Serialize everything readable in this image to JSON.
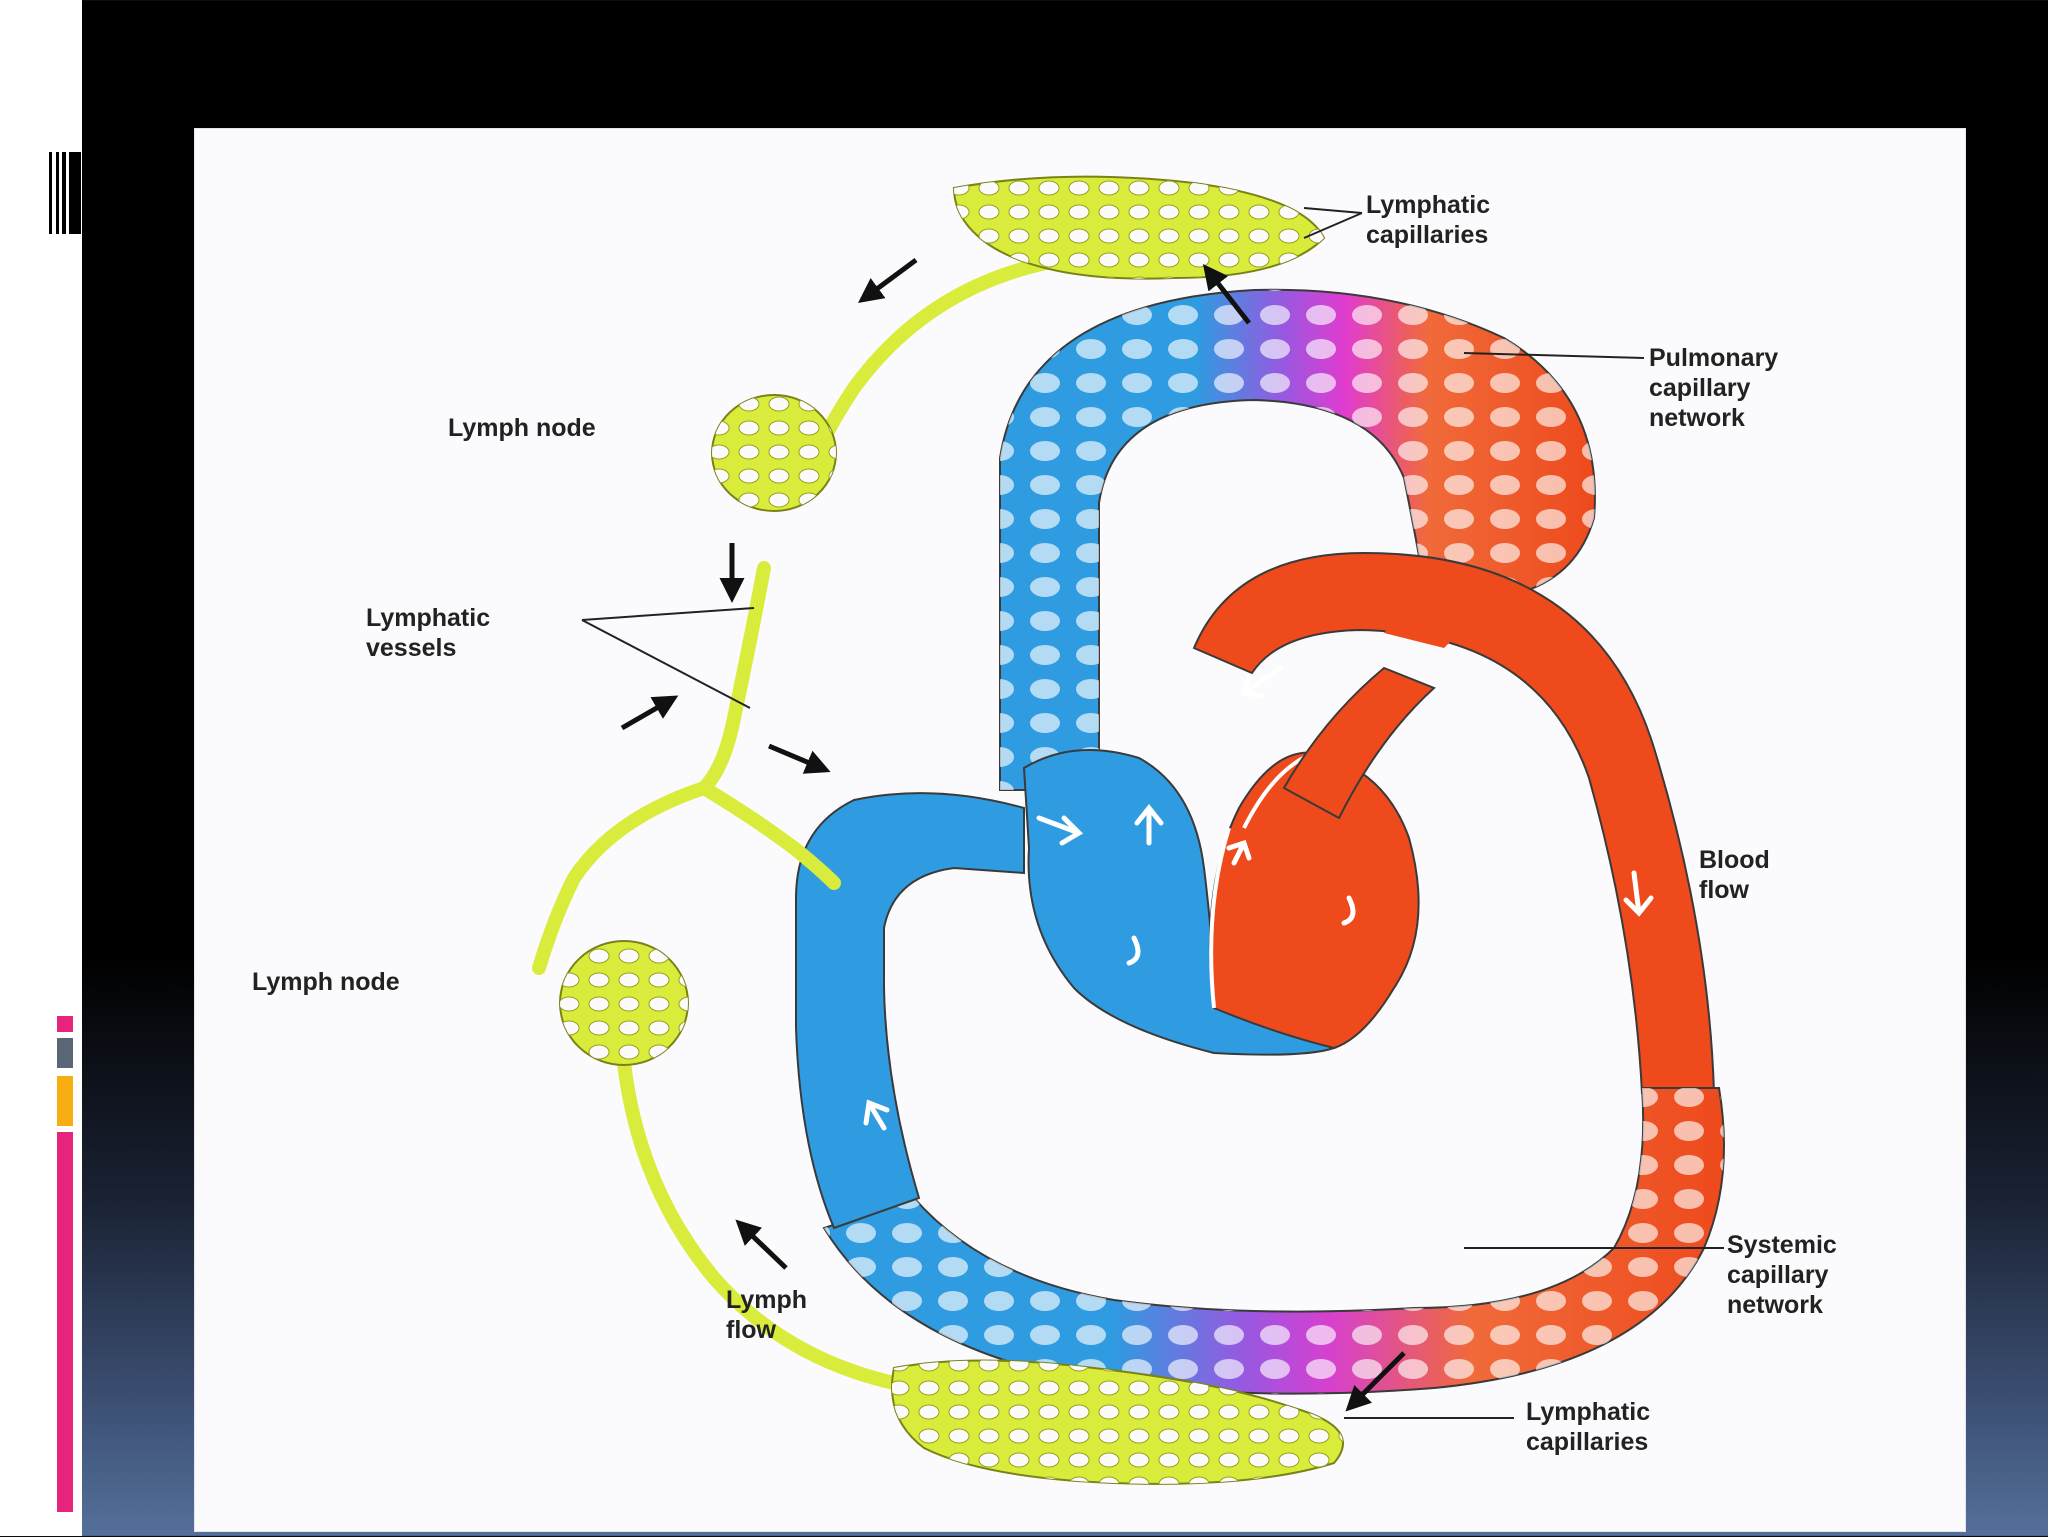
{
  "diagram": {
    "labels": {
      "lymphatic_capillaries_top": [
        "Lymphatic",
        "capillaries"
      ],
      "pulmonary": [
        "Pulmonary",
        "capillary",
        "network"
      ],
      "lymph_node_top": "Lymph node",
      "lymphatic_vessels": [
        "Lymphatic",
        "vessels"
      ],
      "blood_flow": [
        "Blood",
        "flow"
      ],
      "lymph_node_bottom": "Lymph node",
      "systemic": [
        "Systemic",
        "capillary",
        "network"
      ],
      "lymph_flow": [
        "Lymph",
        "flow"
      ],
      "lymphatic_capillaries_bottom": [
        "Lymphatic",
        "capillaries"
      ]
    }
  },
  "colors": {
    "lymph": "#d9ec3c",
    "deoxygenated": "#2f9be0",
    "oxygenated": "#ee4a1c",
    "transition": "#e03ccf",
    "accent_pink": "#e8237e",
    "accent_gray": "#5a6677",
    "accent_orange": "#f6ae11"
  }
}
